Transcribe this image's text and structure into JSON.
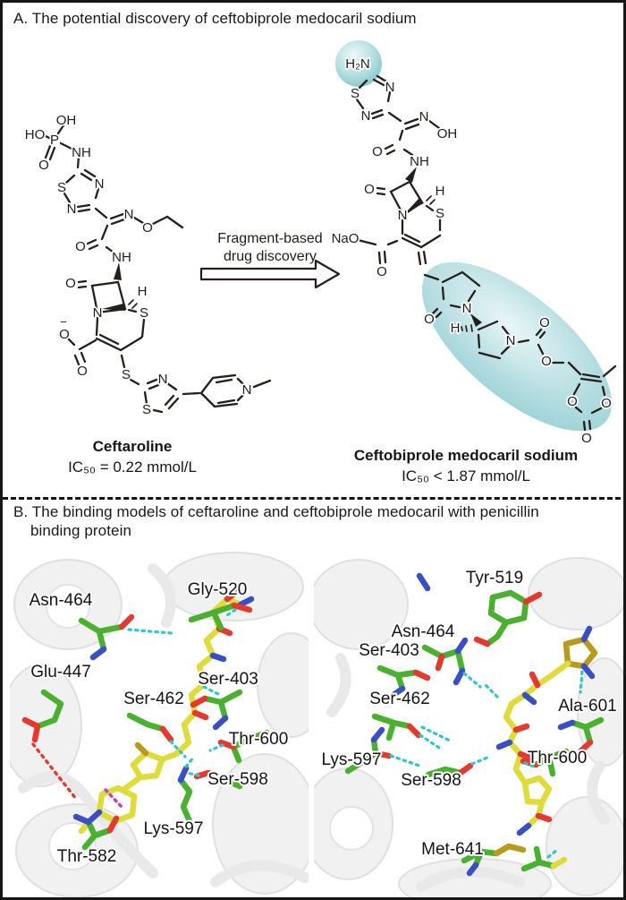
{
  "panelA": {
    "title": "A. The potential discovery of ceftobiprole medocaril sodium",
    "arrow_label": {
      "line1": "Fragment-based",
      "line2": "drug discovery"
    },
    "highlight_color": "#8fcdd2",
    "ceftaroline": {
      "name": "Ceftaroline",
      "ic50": "IC₅₀ = 0.22 mmol/L",
      "atoms": {
        "oh": "OH",
        "ho": "HO",
        "p": "P",
        "o_phos": "O",
        "nh_phos": "NH",
        "s_thiadiazole": "S",
        "n3_thiadiazole": "N",
        "n4_thiadiazole": "N",
        "n_oxime": "N",
        "o_oxime": "O",
        "o_amide": "O",
        "nh_amide": "NH",
        "o_lactam": "O",
        "h_c6": "H",
        "n_lactam": "N",
        "s_thiazine": "S",
        "charge_minus": "−",
        "o_carboxylate": "O",
        "o_carboxyl_dbl": "O",
        "s_thioether": "S",
        "n_thiazole": "N",
        "s_thiazole": "S",
        "n_pyridinium": "N"
      }
    },
    "ceftobiprole": {
      "name": "Ceftobiprole medocaril sodium",
      "ic50": "IC₅₀ < 1.87 mmol/L",
      "atoms": {
        "h2n": "H₂N",
        "s_thiadiazole": "S",
        "n3_thiadiazole": "N",
        "n4_thiadiazole": "N",
        "n_oxime": "N",
        "oh_oxime": "OH",
        "o_amide": "O",
        "nh_amide": "NH",
        "o_lactam": "O",
        "h_c6": "H",
        "n_lactam": "N",
        "s_thiazine": "S",
        "nao": "NaO",
        "o_carboxyl_dbl": "O",
        "o_pyrrolidinone": "O",
        "n_pyrrolidinone": "N",
        "h_stereo": "H",
        "n_pyrrolidine": "N",
        "o_carbamate_dbl": "O",
        "o_ester": "O",
        "o_dioxole_left": "O",
        "o_dioxole_right": "O",
        "o_dioxolone": "O"
      }
    }
  },
  "panelB": {
    "title_line1": "B. The binding models of ceftaroline and ceftobiprole medocaril with penicillin",
    "title_line2": "binding protein",
    "left_model": {
      "residues": [
        "Asn-464",
        "Gly-520",
        "Glu-447",
        "Ser-403",
        "Ser-462",
        "Thr-600",
        "Ser-598",
        "Lys-597",
        "Thr-582"
      ]
    },
    "right_model": {
      "residues": [
        "Tyr-519",
        "Asn-464",
        "Ser-403",
        "Ser-462",
        "Ala-601",
        "Lys-597",
        "Thr-600",
        "Ser-598",
        "Met-641"
      ]
    },
    "legend_colors": {
      "protein_cartoon": "#efefef",
      "residue_carbon": "#4ab02f",
      "ligand_carbon": "#dedc3c",
      "oxygen": "#e3392f",
      "nitrogen": "#3a50c2",
      "sulfur": "#b89b1c",
      "hydrogen_bond": "#35c4cb",
      "salt_bridge": "#e3392f",
      "cation_pi": "#c23cc2"
    }
  }
}
